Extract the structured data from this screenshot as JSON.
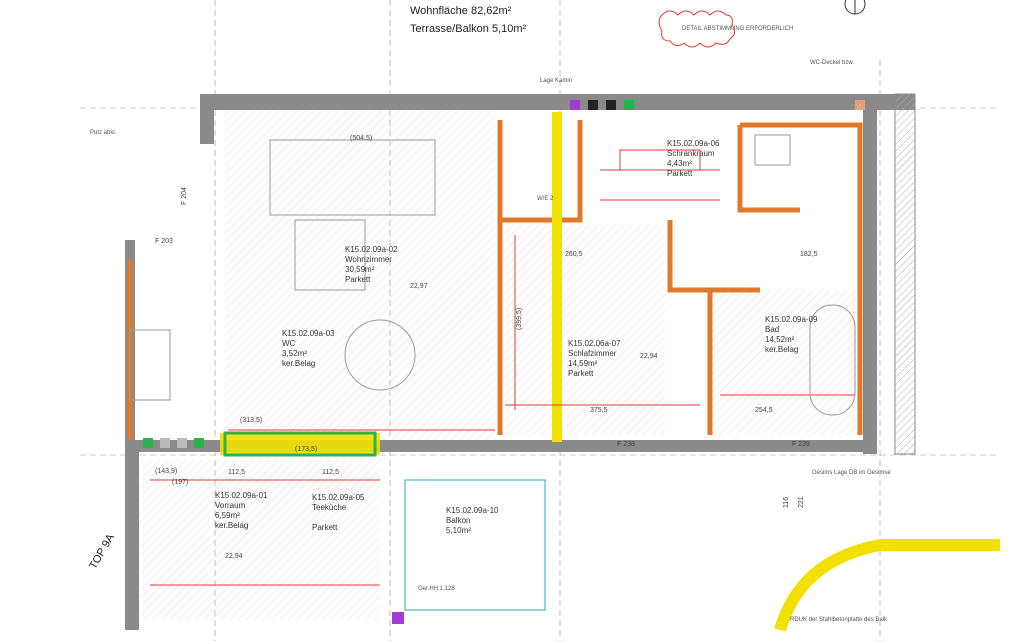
{
  "header": {
    "area_line_1": "Wohnfläche 82,62m²",
    "area_line_2": "Terrasse/Balkon 5,10m²"
  },
  "rooms": [
    {
      "code": "K15.02.09a-02",
      "name": "Wohnzimmer",
      "area": "30,59m²",
      "floor": "Parkett"
    },
    {
      "code": "K15.02.09a-03",
      "name": "WC",
      "area": "3,52m²",
      "floor": "ker.Belag"
    },
    {
      "code": "K15.02.06a-07",
      "name": "Schlafzimmer",
      "area": "14,59m²",
      "floor": "Parkett"
    },
    {
      "code": "K15.02.09a-06",
      "name": "Schrankraum",
      "area": "4,43m²",
      "floor": "Parkett"
    },
    {
      "code": "K15.02.09a-09",
      "name": "Bad",
      "area": "14,52m²",
      "floor": "ker.Belag"
    },
    {
      "code": "K15.02.09a-01",
      "name": "Vorraum",
      "area": "6,59m²",
      "floor": "ker.Belag"
    },
    {
      "code": "K15.02.09a-05",
      "name": "Teeküche",
      "area": "",
      "floor": "Parkett"
    },
    {
      "code": "K15.02.09a-10",
      "name": "Balkon",
      "area": "5,10m²",
      "floor": ""
    }
  ],
  "labels": {
    "top_9a": "TOP 9A",
    "f204": "F 204",
    "f238": "F 238",
    "f239": "F 239",
    "f203": "F 203",
    "dim_5045": "(504,5)",
    "dim_2297": "22,97",
    "dim_2294": "22,94",
    "dim_2294b": "22,94",
    "dim_2605": "260,5",
    "dim_3995": "(399,5)",
    "dim_3755": "375,5",
    "dim_2545": "254,5",
    "dim_1825": "182,5",
    "dim_116": "116",
    "dim_221": "221",
    "dim_1439": "(143,9)",
    "dim_197": "(197)",
    "dim_1125": "112,5",
    "dim_1735": "(173,5)",
    "dim_3135": "(313,5)",
    "dim_1125b": "112,5",
    "we": "W/E 2",
    "ger": "Ger.HH:1,128",
    "rduk": "RDUK der Stahlbetonplatte des Balk",
    "gesims": "Gesims Lage DB im Gesimse",
    "note_putz": "Putz abkl.",
    "note_kamin": "Lage Kamin",
    "note_detail": "DETAIL ABSTIMMUNG ERFORDERLICH",
    "note_wc": "WC-Deckel bzw."
  },
  "colors": {
    "wall_gray": "#8a8a8a",
    "insulation_orange": "#e07a2a",
    "install_yellow": "#f2e000",
    "red_markup": "#e03a3a",
    "green_marker": "#2bb24c",
    "purple_marker": "#a43ad6"
  }
}
